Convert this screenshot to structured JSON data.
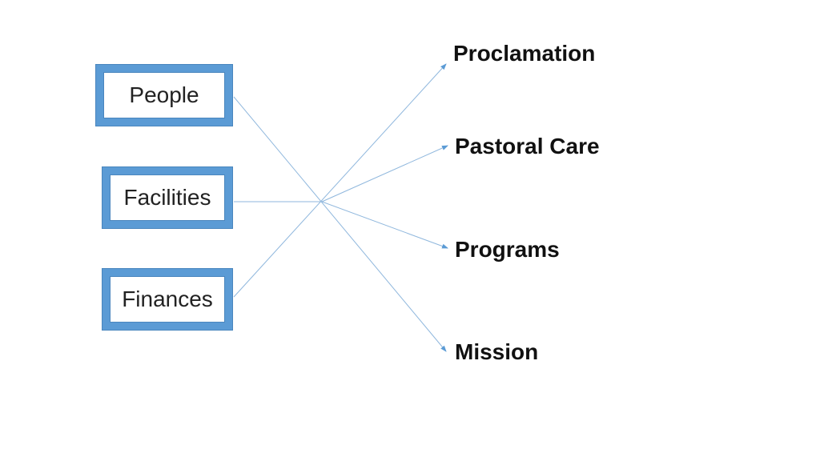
{
  "sources": [
    {
      "label": "People"
    },
    {
      "label": "Facilities"
    },
    {
      "label": "Finances"
    }
  ],
  "targets": [
    {
      "label": "Proclamation"
    },
    {
      "label": "Pastoral Care"
    },
    {
      "label": "Programs"
    },
    {
      "label": "Mission"
    }
  ],
  "colors": {
    "box_border": "#5b9bd5",
    "connector": "#8fb7dd",
    "arrowhead": "#5b9bd5"
  }
}
